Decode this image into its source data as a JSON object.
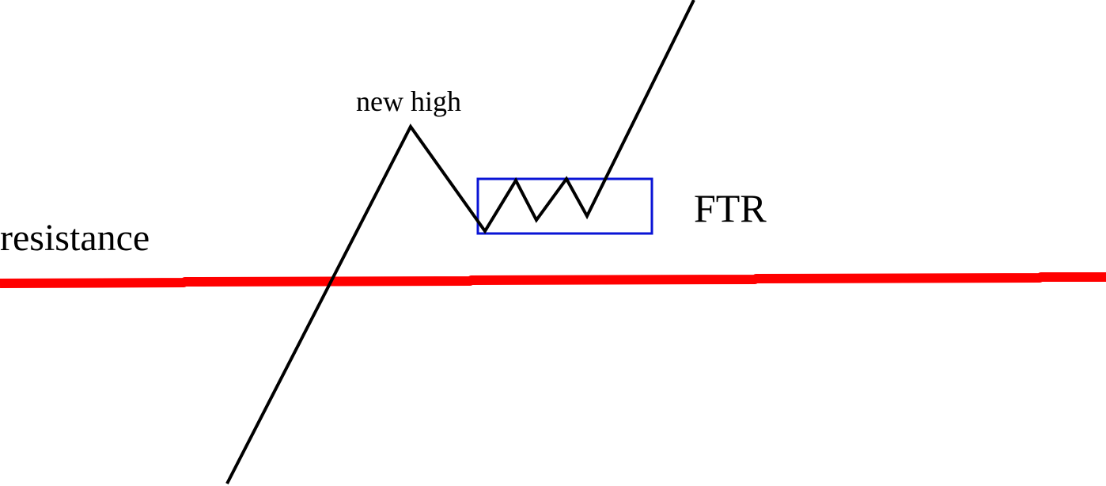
{
  "labels": {
    "new_high": "new high",
    "ftr": "FTR",
    "resistance": "resistance"
  },
  "colors": {
    "price_line": "#000000",
    "resistance_line": "#ff0000",
    "ftr_box": "#0a14d6",
    "background": "#ffffff"
  }
}
